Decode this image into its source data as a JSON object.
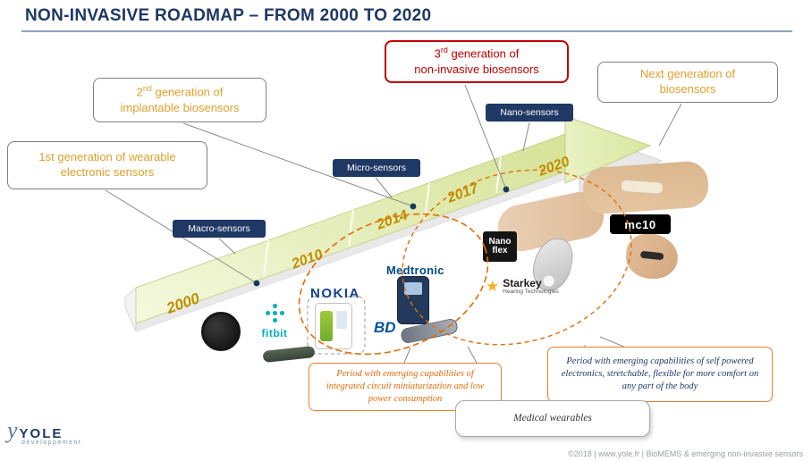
{
  "slide": {
    "title": "NON-INVASIVE ROADMAP – FROM 2000 TO 2020"
  },
  "callouts": {
    "gen1": {
      "line1": "1st  generation of wearable",
      "line2": "electronic sensors"
    },
    "gen2": {
      "num": "2",
      "sup": "nd",
      "line1_rest": " generation of",
      "line2": "implantable biosensors"
    },
    "gen3": {
      "num": "3",
      "sup": "rd",
      "line1_rest": " generation of",
      "line2": "non-invasive biosensors"
    },
    "next": {
      "line1": "Next generation of",
      "line2": "biosensors"
    }
  },
  "tags": {
    "macro": "Macro-sensors",
    "micro": "Micro-sensors",
    "nano": "Nano-sensors"
  },
  "years": [
    "2000",
    "2010",
    "2014",
    "2017",
    "2020"
  ],
  "logos": {
    "nokia": "NOKIA",
    "fitbit": "fitbit",
    "bd": "BD",
    "medtronic": "Medtronic",
    "nanoflex": {
      "line1": "Nano",
      "line2": "flex"
    },
    "starkey": {
      "name": "Starkey",
      "sub": "Hearing Technologies"
    },
    "mc10": "mc10"
  },
  "icons": {
    "star": "★"
  },
  "notes": {
    "left": "Period with emerging capabilities of integrated circuit miniaturization and low power consumption",
    "right": "Period with emerging capabilities of self powered electronics, stretchable, flexible for more comfort on any part of the body",
    "center": "Medical wearables"
  },
  "brand": {
    "name": "YOLE",
    "sub": "développement"
  },
  "footer": {
    "credit": "©2018 | www.yole.fr | BioMEMS & emerging non-invasive sensors"
  },
  "colors": {
    "title_navy": "#1F3864",
    "callout_orange": "#DFA02C",
    "callout_red": "#C00000",
    "tag_navy": "#1F3864",
    "year_gold": "#BF8F00",
    "ramp_green": "#D8E59B",
    "dashed_orange": "#E36C0A"
  }
}
